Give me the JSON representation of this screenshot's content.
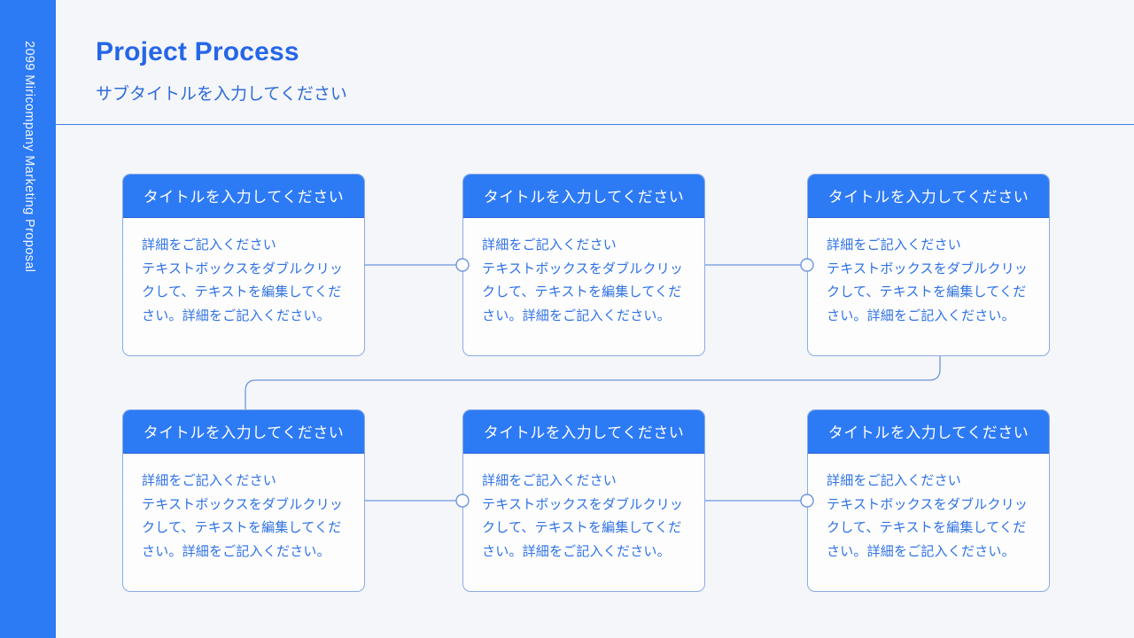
{
  "sidebar": {
    "label": "2099 Miricompany Marketing Proposal"
  },
  "header": {
    "title": "Project Process",
    "subtitle": "サブタイトルを入力してください"
  },
  "cards": [
    {
      "title": "タイトルを入力してください",
      "body": "詳細をご記入ください\nテキストボックスをダブルクリッ\nクして、テキストを編集してくだ\nさい。詳細をご記入ください。"
    },
    {
      "title": "タイトルを入力してください",
      "body": "詳細をご記入ください\nテキストボックスをダブルクリッ\nクして、テキストを編集してくだ\nさい。詳細をご記入ください。"
    },
    {
      "title": "タイトルを入力してください",
      "body": "詳細をご記入ください\nテキストボックスをダブルクリッ\nクして、テキストを編集してくだ\nさい。詳細をご記入ください。"
    },
    {
      "title": "タイトルを入力してください",
      "body": "詳細をご記入ください\nテキストボックスをダブルクリッ\nクして、テキストを編集してくだ\nさい。詳細をご記入ください。"
    },
    {
      "title": "タイトルを入力してください",
      "body": "詳細をご記入ください\nテキストボックスをダブルクリッ\nクして、テキストを編集してくだ\nさい。詳細をご記入ください。"
    },
    {
      "title": "タイトルを入力してください",
      "body": "詳細をご記入ください\nテキストボックスをダブルクリッ\nクして、テキストを編集してくだ\nさい。詳細をご記入ください。"
    }
  ],
  "colors": {
    "brand_blue": "#2d7af5",
    "title_text": "#2566e8",
    "subtitle_text": "#2d6bd8",
    "body_text": "#2f72e4",
    "card_border": "#8aabe3",
    "connector": "#6b97dd",
    "divider": "#3e7de4",
    "background": "#f5f6fa",
    "card_background": "#fdfdfe",
    "header_text": "#ffffff"
  }
}
